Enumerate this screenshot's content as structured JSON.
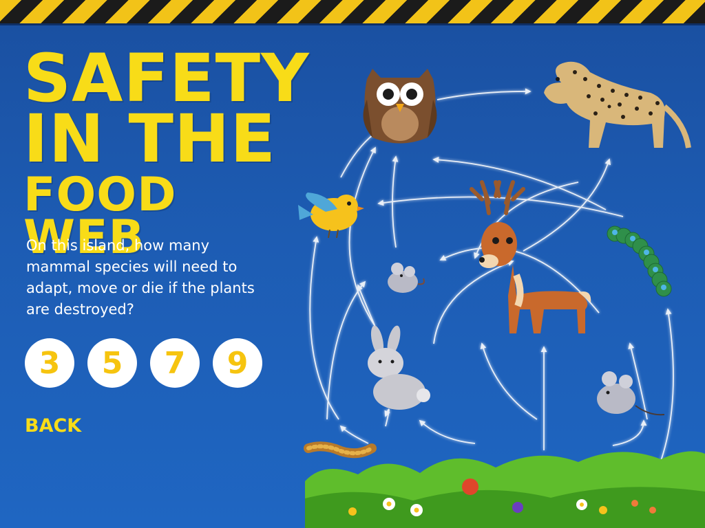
{
  "title": {
    "line1": "SAFETY",
    "line2": "IN THE",
    "line3": "FOOD WEB"
  },
  "question": "On this island, how many mammal species will need to adapt, move or die if the plants are destroyed?",
  "answers": [
    {
      "label": "3"
    },
    {
      "label": "5"
    },
    {
      "label": "7"
    },
    {
      "label": "9"
    }
  ],
  "back_label": "BACK",
  "food_web": {
    "animals": [
      "owl",
      "leopard",
      "bird",
      "mouse",
      "deer",
      "caterpillar",
      "rabbit",
      "mouse",
      "worm"
    ],
    "ground": "grass-with-flowers"
  },
  "colors": {
    "background": "#1d5cb3",
    "title_yellow": "#f8dc18",
    "answer_number": "#f6c40f",
    "hazard_yellow": "#f2c318",
    "hazard_black": "#1b1b1b",
    "grass": "#5fbd2c"
  }
}
